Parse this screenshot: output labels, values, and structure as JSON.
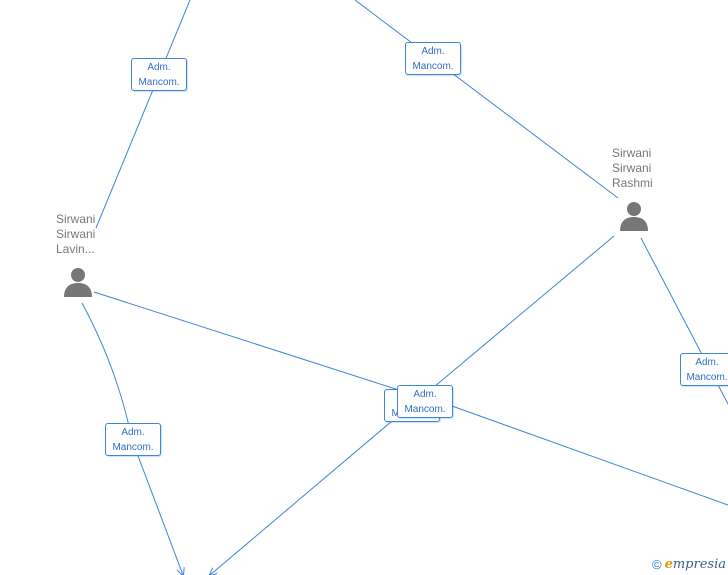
{
  "colors": {
    "edge": "#3f84d6",
    "person": "#777777",
    "role_text": "#2f6fc4"
  },
  "people": [
    {
      "id": "lavin",
      "name_lines": [
        "Sirwani",
        "Sirwani",
        "Lavin..."
      ],
      "icon": "person-icon"
    },
    {
      "id": "rashmi",
      "name_lines": [
        "Sirwani",
        "Sirwani",
        "Rashmi"
      ],
      "icon": "person-icon"
    }
  ],
  "roles": [
    {
      "id": "r1",
      "line1": "Adm.",
      "line2": "Mancom."
    },
    {
      "id": "r2",
      "line1": "Adm.",
      "line2": "Mancom."
    },
    {
      "id": "r3",
      "line1": "Adm.",
      "line2": "Mancom."
    },
    {
      "id": "r4",
      "line1": "Adm.",
      "line2": "Mancom."
    },
    {
      "id": "r5",
      "line1": "Adm.",
      "line2": "Mancom."
    },
    {
      "id": "r6",
      "line1": "Adm.",
      "line2": "Mancom."
    }
  ],
  "footer": {
    "copyright": "©",
    "brand_e": "e",
    "brand_rest": "mpresia"
  }
}
